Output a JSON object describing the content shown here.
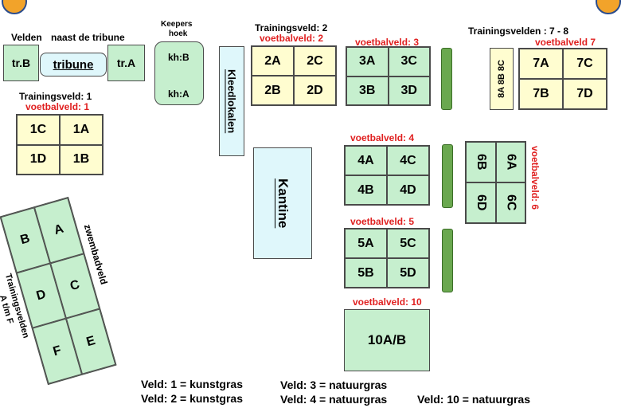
{
  "header": {
    "title_partial": "...g ... ... g"
  },
  "top_left": {
    "velden_label": "Velden",
    "naast_label": "naast de tribune"
  },
  "tribune": {
    "left": "tr.B",
    "center": "tribune",
    "right": "tr.A"
  },
  "keepers": {
    "label1": "Keepers",
    "label2": "hoek",
    "kh_b": "kh:B",
    "kh_a": "kh:A"
  },
  "kleedlokalen": "Kleedlokalen",
  "kantine": "Kantine",
  "field1": {
    "label": "Trainingsveld: 1",
    "sublabel": "voetbalveld: 1",
    "cells": [
      "1C",
      "1A",
      "1D",
      "1B"
    ]
  },
  "field2": {
    "label": "Trainingsveld: 2",
    "sublabel": "voetbalveld: 2",
    "cells": [
      "2A",
      "2C",
      "2B",
      "2D"
    ]
  },
  "field3": {
    "sublabel": "voetbalveld: 3",
    "cells": [
      "3A",
      "3C",
      "3B",
      "3D"
    ]
  },
  "field4": {
    "sublabel": "voetbalveld: 4",
    "cells": [
      "4A",
      "4C",
      "4B",
      "4D"
    ]
  },
  "field5": {
    "sublabel": "voetbalveld: 5",
    "cells": [
      "5A",
      "5C",
      "5B",
      "5D"
    ]
  },
  "field6": {
    "sublabel": "voetbalveld: 6",
    "cells": [
      "6B",
      "6A",
      "6D",
      "6C"
    ]
  },
  "field7": {
    "label": "Trainingsvelden : 7 - 8",
    "sublabel": "voetbalveld 7",
    "cells": [
      "7A",
      "7C",
      "7B",
      "7D"
    ],
    "field8": "8A 8B 8C"
  },
  "field10": {
    "sublabel": "voetbalveld: 10",
    "cell": "10A/B"
  },
  "zwembad": {
    "label": "zwembadveld",
    "sub1": "Trainingsvelden",
    "sub2": "A t/m F",
    "cells": [
      "B",
      "A",
      "D",
      "C",
      "F",
      "E"
    ]
  },
  "legend": {
    "l1": "Veld: 1 = kunstgras",
    "l2": "Veld: 2 = kunstgras",
    "l3": "Veld: 3 = natuurgras",
    "l4": "Veld: 4 = natuurgras",
    "l10": "Veld: 10 = natuurgras"
  },
  "colors": {
    "green": "#c6efce",
    "yellow": "#fffdd0",
    "cyan": "#dff7fb",
    "dark_green": "#6aa84f",
    "red": "#e02020"
  }
}
